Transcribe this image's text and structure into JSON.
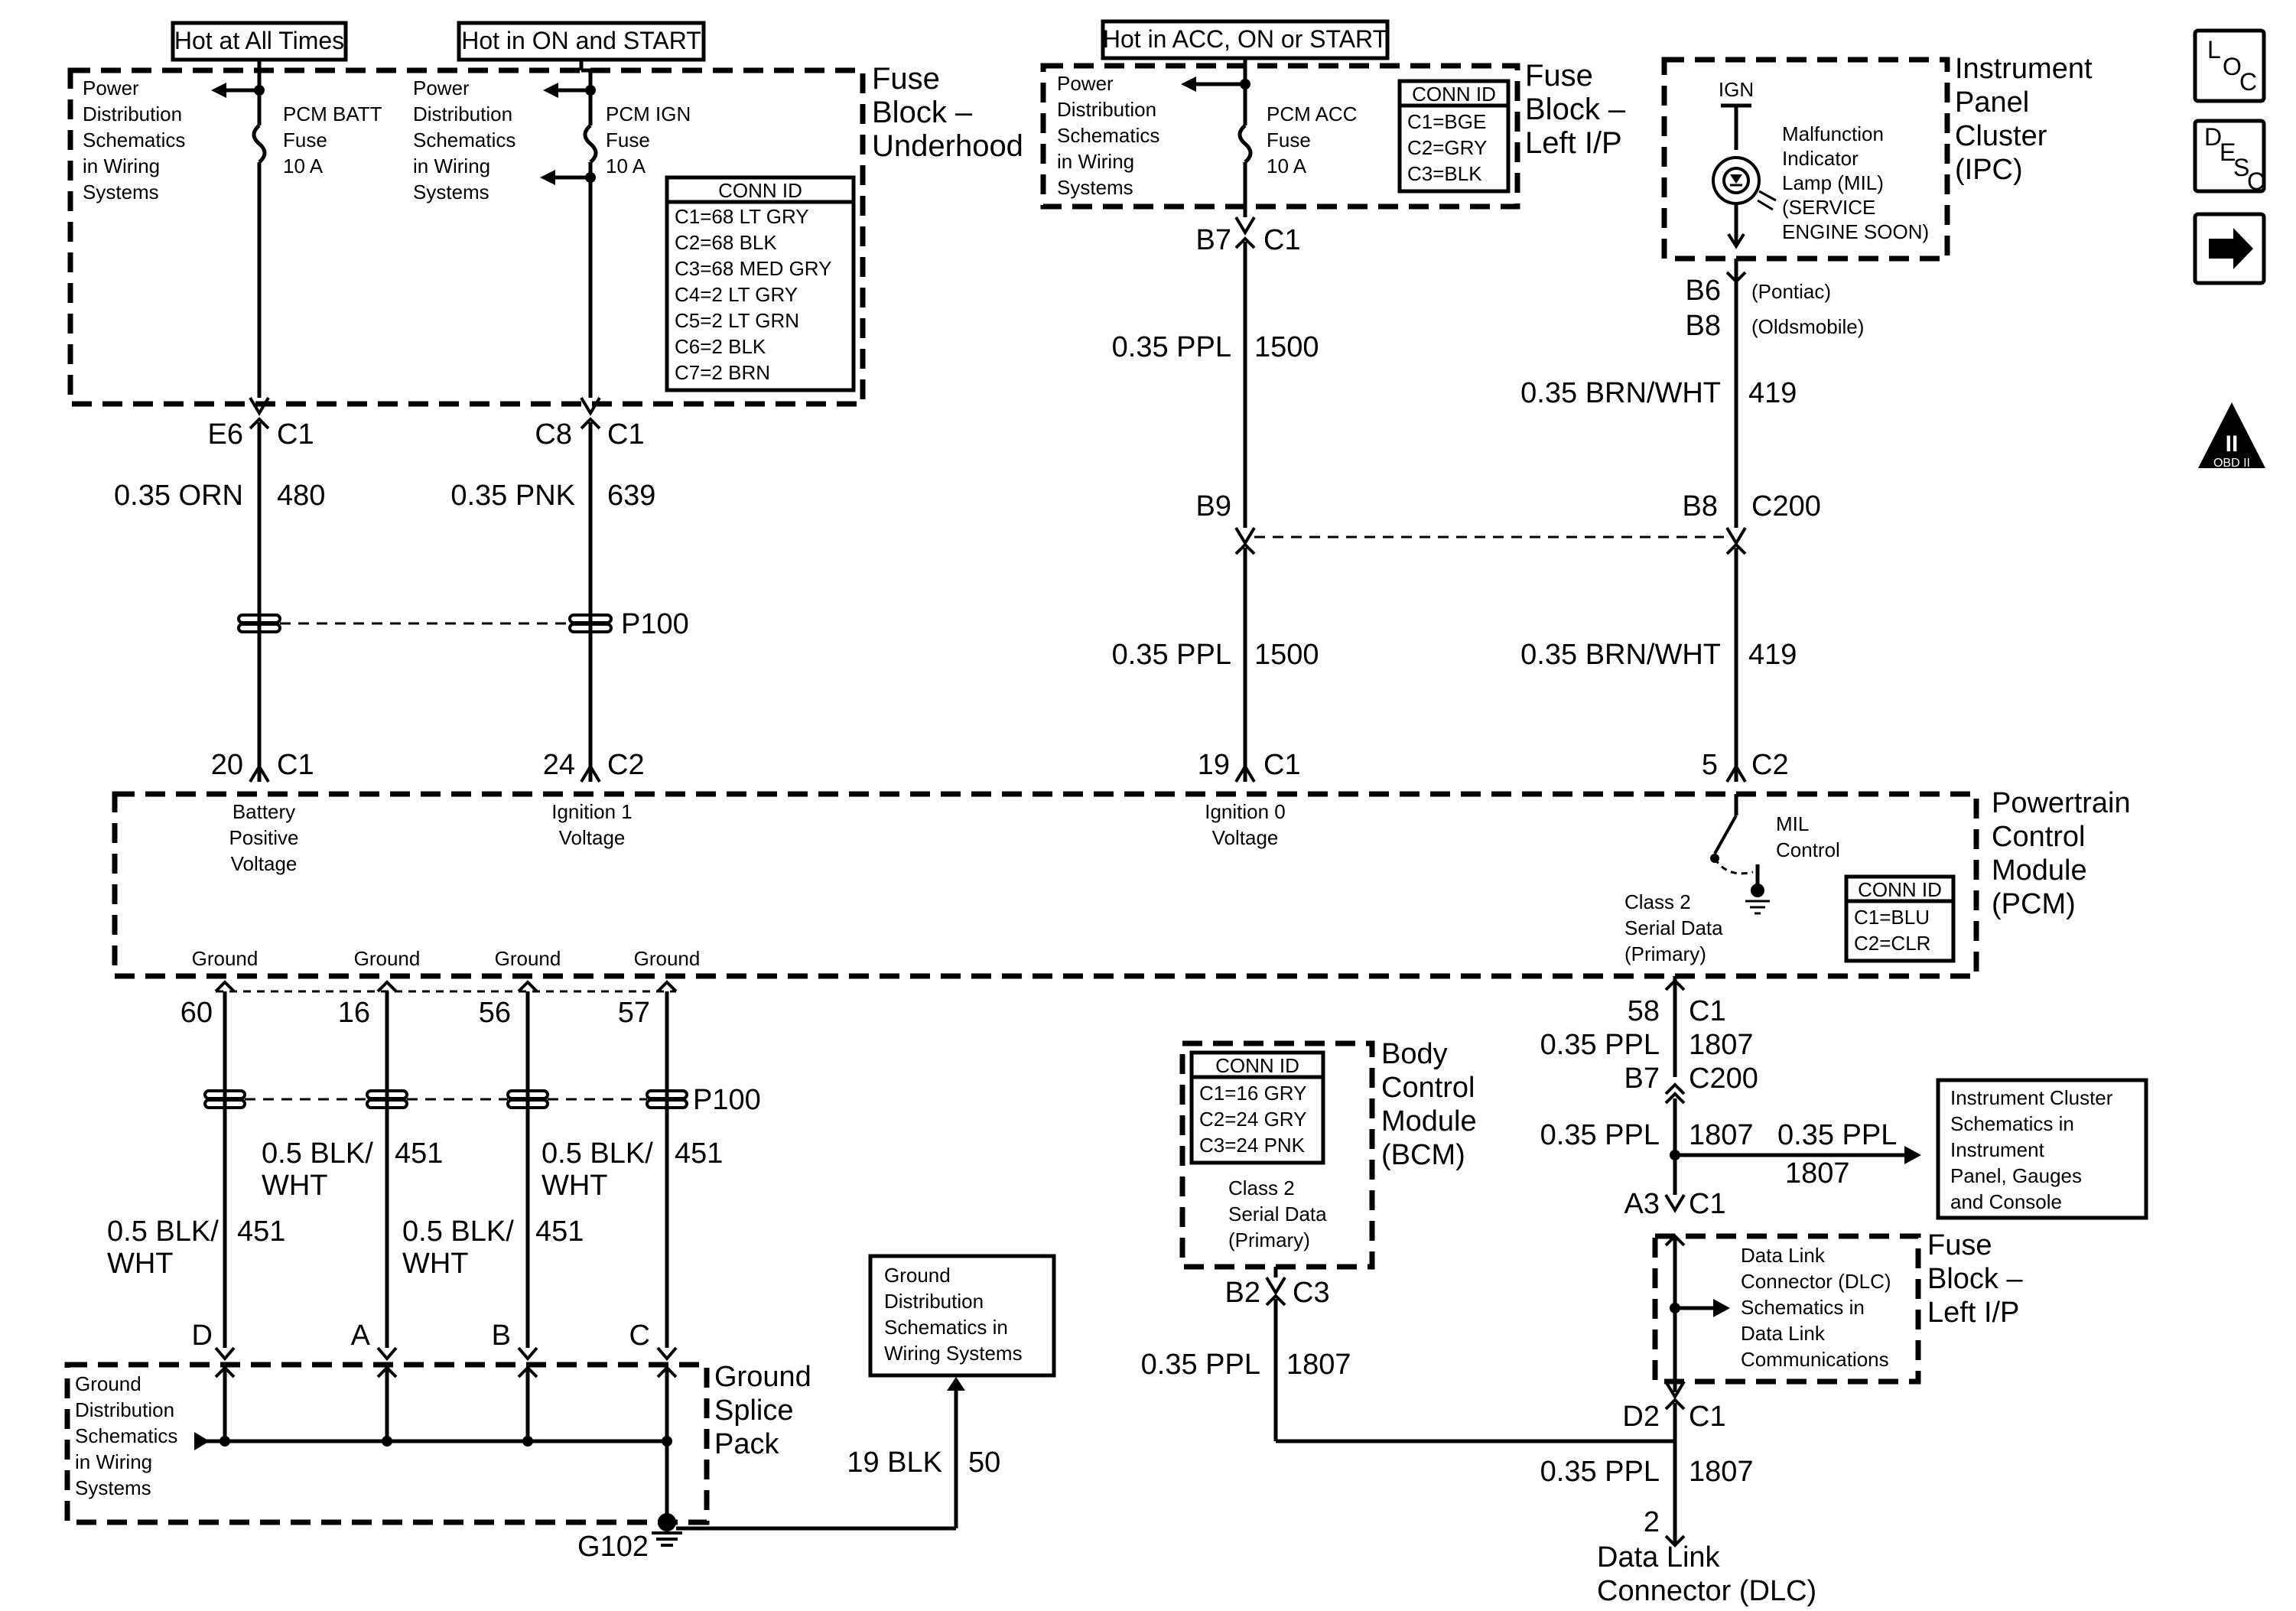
{
  "headers": {
    "hot_all_times": "Hot at All Times",
    "hot_on_start": "Hot in ON and START",
    "hot_acc": "Hot in ACC, ON or START"
  },
  "fuse_block_underhood": {
    "title": [
      "Fuse",
      "Block –",
      "Underhood"
    ],
    "power_dist_1": [
      "Power",
      "Distribution",
      "Schematics",
      "in Wiring",
      "Systems"
    ],
    "power_dist_2": [
      "Power",
      "Distribution",
      "Schematics",
      "in Wiring",
      "Systems"
    ],
    "fuse_batt": [
      "PCM BATT",
      "Fuse",
      "10 A"
    ],
    "fuse_ign": [
      "PCM IGN",
      "Fuse",
      "10 A"
    ],
    "conn_id": {
      "title": "CONN ID",
      "rows": [
        "C1=68 LT GRY",
        "C2=68 BLK",
        "C3=68 MED GRY",
        "C4=2 LT GRY",
        "C5=2 LT GRN",
        "C6=2 BLK",
        "C7=2 BRN"
      ]
    }
  },
  "fuse_block_left_ip": {
    "title": [
      "Fuse",
      "Block –",
      "Left I/P"
    ],
    "power_dist": [
      "Power",
      "Distribution",
      "Schematics",
      "in Wiring",
      "Systems"
    ],
    "fuse_acc": [
      "PCM ACC",
      "Fuse",
      "10 A"
    ],
    "conn_id": {
      "title": "CONN ID",
      "rows": [
        "C1=BGE",
        "C2=GRY",
        "C3=BLK"
      ]
    }
  },
  "ipc": {
    "title": [
      "Instrument",
      "Panel",
      "Cluster",
      "(IPC)"
    ],
    "ign": "IGN",
    "mil": [
      "Malfunction",
      "Indicator",
      "Lamp (MIL)",
      "(SERVICE",
      "ENGINE SOON)"
    ],
    "pin_b6": "B6",
    "pin_b8": "B8",
    "note_b6": "(Pontiac)",
    "note_b8": "(Oldsmobile)"
  },
  "wires": {
    "w480": {
      "pin": "E6",
      "conn": "C1",
      "gauge": "0.35 ORN",
      "circuit": "480"
    },
    "w639": {
      "pin": "C8",
      "conn": "C1",
      "gauge": "0.35 PNK",
      "circuit": "639"
    },
    "w1500_top": {
      "pin": "B7",
      "conn": "C1",
      "gauge": "0.35 PPL",
      "circuit": "1500"
    },
    "w419_top": {
      "gauge": "0.35 BRN/WHT",
      "circuit": "419"
    },
    "c200_left": "B9",
    "c200_right": "B8",
    "c200_label": "C200",
    "w1500_bot": {
      "gauge": "0.35 PPL",
      "circuit": "1500"
    },
    "w419_bot": {
      "gauge": "0.35 BRN/WHT",
      "circuit": "419"
    },
    "p100_top": "P100",
    "p100_bottom": "P100"
  },
  "pcm": {
    "title": [
      "Powertrain",
      "Control",
      "Module",
      "(PCM)"
    ],
    "pin20": {
      "pin": "20",
      "conn": "C1"
    },
    "pin24": {
      "pin": "24",
      "conn": "C2"
    },
    "pin19": {
      "pin": "19",
      "conn": "C1"
    },
    "pin5": {
      "pin": "5",
      "conn": "C2"
    },
    "batt_label": [
      "Battery",
      "Positive",
      "Voltage"
    ],
    "ign1_label": [
      "Ignition 1",
      "Voltage"
    ],
    "ign0_label": [
      "Ignition 0",
      "Voltage"
    ],
    "mil_control": [
      "MIL",
      "Control"
    ],
    "class2": [
      "Class 2",
      "Serial Data",
      "(Primary)"
    ],
    "grounds": [
      "Ground",
      "Ground",
      "Ground",
      "Ground"
    ],
    "ground_pins": [
      "60",
      "16",
      "56",
      "57"
    ],
    "conn_id": {
      "title": "CONN ID",
      "rows": [
        "C1=BLU",
        "C2=CLR"
      ]
    }
  },
  "ground_wires": {
    "upper_left": [
      "0.5 BLK/",
      "WHT"
    ],
    "upper_left_circuit": "451",
    "upper_right": [
      "0.5 BLK/",
      "WHT"
    ],
    "upper_right_circuit": "451",
    "lower_left": [
      "0.5 BLK/",
      "WHT"
    ],
    "lower_left_circuit": "451",
    "lower_right": [
      "0.5 BLK/",
      "WHT"
    ],
    "lower_right_circuit": "451",
    "splice_pins": [
      "D",
      "A",
      "B",
      "C"
    ]
  },
  "ground_splice": {
    "title": [
      "Ground",
      "Splice",
      "Pack"
    ],
    "ref": [
      "Ground",
      "Distribution",
      "Schematics",
      "in Wiring",
      "Systems"
    ],
    "ground_dist_box": [
      "Ground",
      "Distribution",
      "Schematics in",
      "Wiring Systems"
    ],
    "wire_gauge": "19 BLK",
    "wire_circuit": "50",
    "g102": "G102"
  },
  "bcm": {
    "title": [
      "Body",
      "Control",
      "Module",
      "(BCM)"
    ],
    "conn_id": {
      "title": "CONN ID",
      "rows": [
        "C1=16 GRY",
        "C2=24 GRY",
        "C3=24 PNK"
      ]
    },
    "class2": [
      "Class 2",
      "Serial Data",
      "(Primary)"
    ],
    "pin": "B2",
    "conn": "C3",
    "gauge": "0.35 PPL",
    "circuit": "1807"
  },
  "serial": {
    "pin58": "58",
    "c1": "C1",
    "gauge1": "0.35 PPL",
    "circuit1": "1807",
    "b7": "B7",
    "c200": "C200",
    "gauge2": "0.35 PPL",
    "circuit2": "1807",
    "branch_gauge": "0.35 PPL",
    "branch_circuit": "1807",
    "ipc_ref": [
      "Instrument Cluster",
      "Schematics in",
      "Instrument",
      "Panel, Gauges",
      "and Console"
    ],
    "a3": "A3",
    "a3_conn": "C1",
    "fuse_left_ip": [
      "Fuse",
      "Block –",
      "Left I/P"
    ],
    "dlc_ref": [
      "Data Link",
      "Connector (DLC)",
      "Schematics in",
      "Data Link",
      "Communications"
    ],
    "d2": "D2",
    "d2_conn": "C1",
    "gauge3": "0.35 PPL",
    "circuit3": "1807",
    "pin2": "2",
    "dlc_title": [
      "Data Link",
      "Connector (DLC)"
    ]
  },
  "side_icons": {
    "loc": [
      "L",
      "O",
      "C"
    ],
    "desc": [
      "D",
      "E",
      "S",
      "C"
    ],
    "obd": [
      "II",
      "OBD II"
    ]
  }
}
